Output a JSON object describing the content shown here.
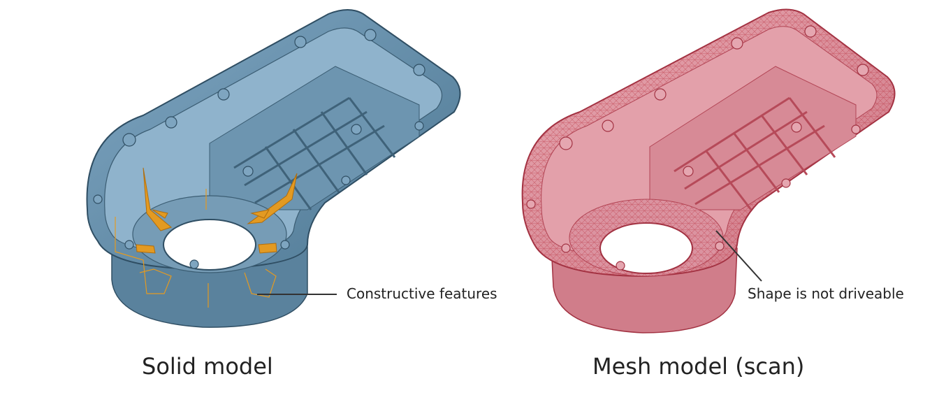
{
  "left_panel": {
    "callout": "Constructive features",
    "caption": "Solid model",
    "body_color": "#5f89a6",
    "feature_color": "#e39a22"
  },
  "right_panel": {
    "callout": "Shape is not driveable",
    "caption": "Mesh model (scan)",
    "body_color": "#d98a96",
    "mesh_color": "#c2404f"
  }
}
